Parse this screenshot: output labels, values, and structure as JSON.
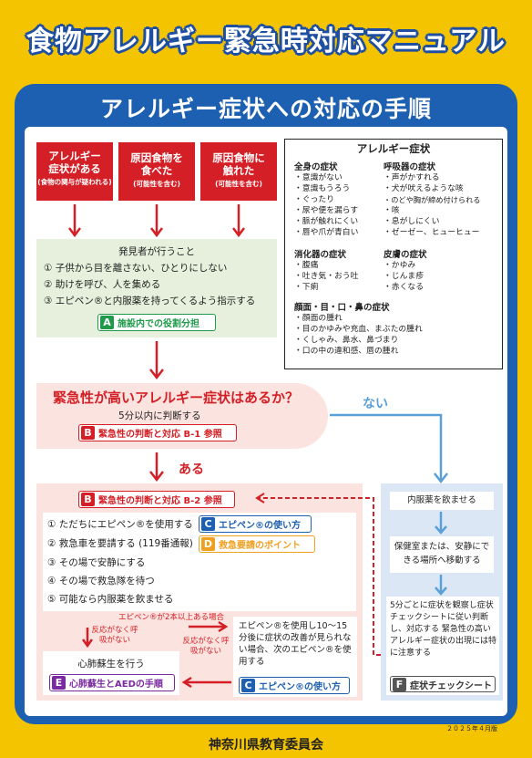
{
  "title": "食物アレルギー緊急時対応マニュアル",
  "banner": "アレルギー症状への対応の手順",
  "triggers": [
    {
      "line1": "アレルギー",
      "line2": "症状がある",
      "note": "(食物の関与が疑われる)"
    },
    {
      "line1": "原因食物を",
      "line2": "食べた",
      "note": "(可能性を含む)"
    },
    {
      "line1": "原因食物に",
      "line2": "触れた",
      "note": "(可能性を含む)"
    }
  ],
  "symptoms": {
    "title": "アレルギー症状",
    "body": {
      "heading": "全身の症状",
      "items": [
        "・意識がない",
        "・意識もうろう",
        "・ぐったり",
        "・尿や便を漏らす",
        "・脈が触れにくい",
        "・唇や爪が青白い"
      ]
    },
    "resp": {
      "heading": "呼吸器の症状",
      "items": [
        "・声がかすれる",
        "・犬が吠えるような咳",
        "・のどや胸が締め付けられる",
        "・咳",
        "・息がしにくい",
        "・ゼーゼー、ヒューヒュー"
      ]
    },
    "digest": {
      "heading": "消化器の症状",
      "items": [
        "・腹痛",
        "・吐き気・おう吐",
        "・下痢"
      ]
    },
    "skin": {
      "heading": "皮膚の症状",
      "items": [
        "・かゆみ",
        "・じんま疹",
        "・赤くなる"
      ]
    },
    "face": {
      "heading": "顔面・目・口・鼻の症状",
      "items": [
        "・顔面の腫れ",
        "・目のかゆみや充血、まぶたの腫れ",
        "・くしゃみ、鼻水、鼻づまり",
        "・口の中の違和感、唇の腫れ"
      ]
    }
  },
  "discoverer": {
    "heading": "発見者が行うこと",
    "items": [
      "① 子供から目を離さない、ひとりにしない",
      "② 助けを呼び、人を集める",
      "③ エピペン®と内服薬を持ってくるよう指示する"
    ],
    "tag_letter": "A",
    "tag_label": "施設内での役割分担"
  },
  "question": {
    "text": "緊急性が高いアレルギー症状はあるか？",
    "sub": "5分以内に判断する",
    "tag_letter": "B",
    "tag_label": "緊急性の判断と対応 B-1 参照"
  },
  "yes_label": "ある",
  "no_label": "ない",
  "yes_path": {
    "tag_letter": "B",
    "tag_label": "緊急性の判断と対応 B-2 参照",
    "steps": [
      "① ただちにエピペン®を使用する",
      "② 救急車を要請する (119番通報)",
      "③ その場で安静にする",
      "④ その場で救急隊を待つ",
      "⑤ 可能なら内服薬を飲ませる"
    ],
    "tag_c_letter": "C",
    "tag_c_label": "エピペン®の使い方",
    "tag_d_letter": "D",
    "tag_d_label": "救急要請のポイント",
    "epipen_twice": "エピペン®が2本以上ある場合",
    "no_reaction_1": "反応がなく呼吸がない",
    "no_reaction_2": "反応がなく呼吸がない",
    "cpr": "心肺蘇生を行う",
    "tag_e_letter": "E",
    "tag_e_label": "心肺蘇生とAEDの手順",
    "epipen_note": "エピペン®を使用し10～15分後に症状の改善が見られない場合、次のエピペン®を使用する",
    "tag_c2_letter": "C",
    "tag_c2_label": "エピペン®の使い方"
  },
  "no_path": {
    "step1": "内服薬を飲ませる",
    "step2": "保健室または、安静にできる場所へ移動する",
    "step3": "5分ごとに症状を観察し症状チェックシートに従い判断し、対応する 緊急性の高いアレルギー症状の出現には特に注意する",
    "tag_f_letter": "F",
    "tag_f_label": "症状チェックシート"
  },
  "date": "２０２５年４月版",
  "footer": "神奈川県教育委員会",
  "colors": {
    "red": "#d41f26",
    "blue": "#1d5fb0",
    "yellow": "#f5c400",
    "green": "#1e9a4a",
    "orange": "#f0a020",
    "lightblue": "#5aa0d8"
  }
}
